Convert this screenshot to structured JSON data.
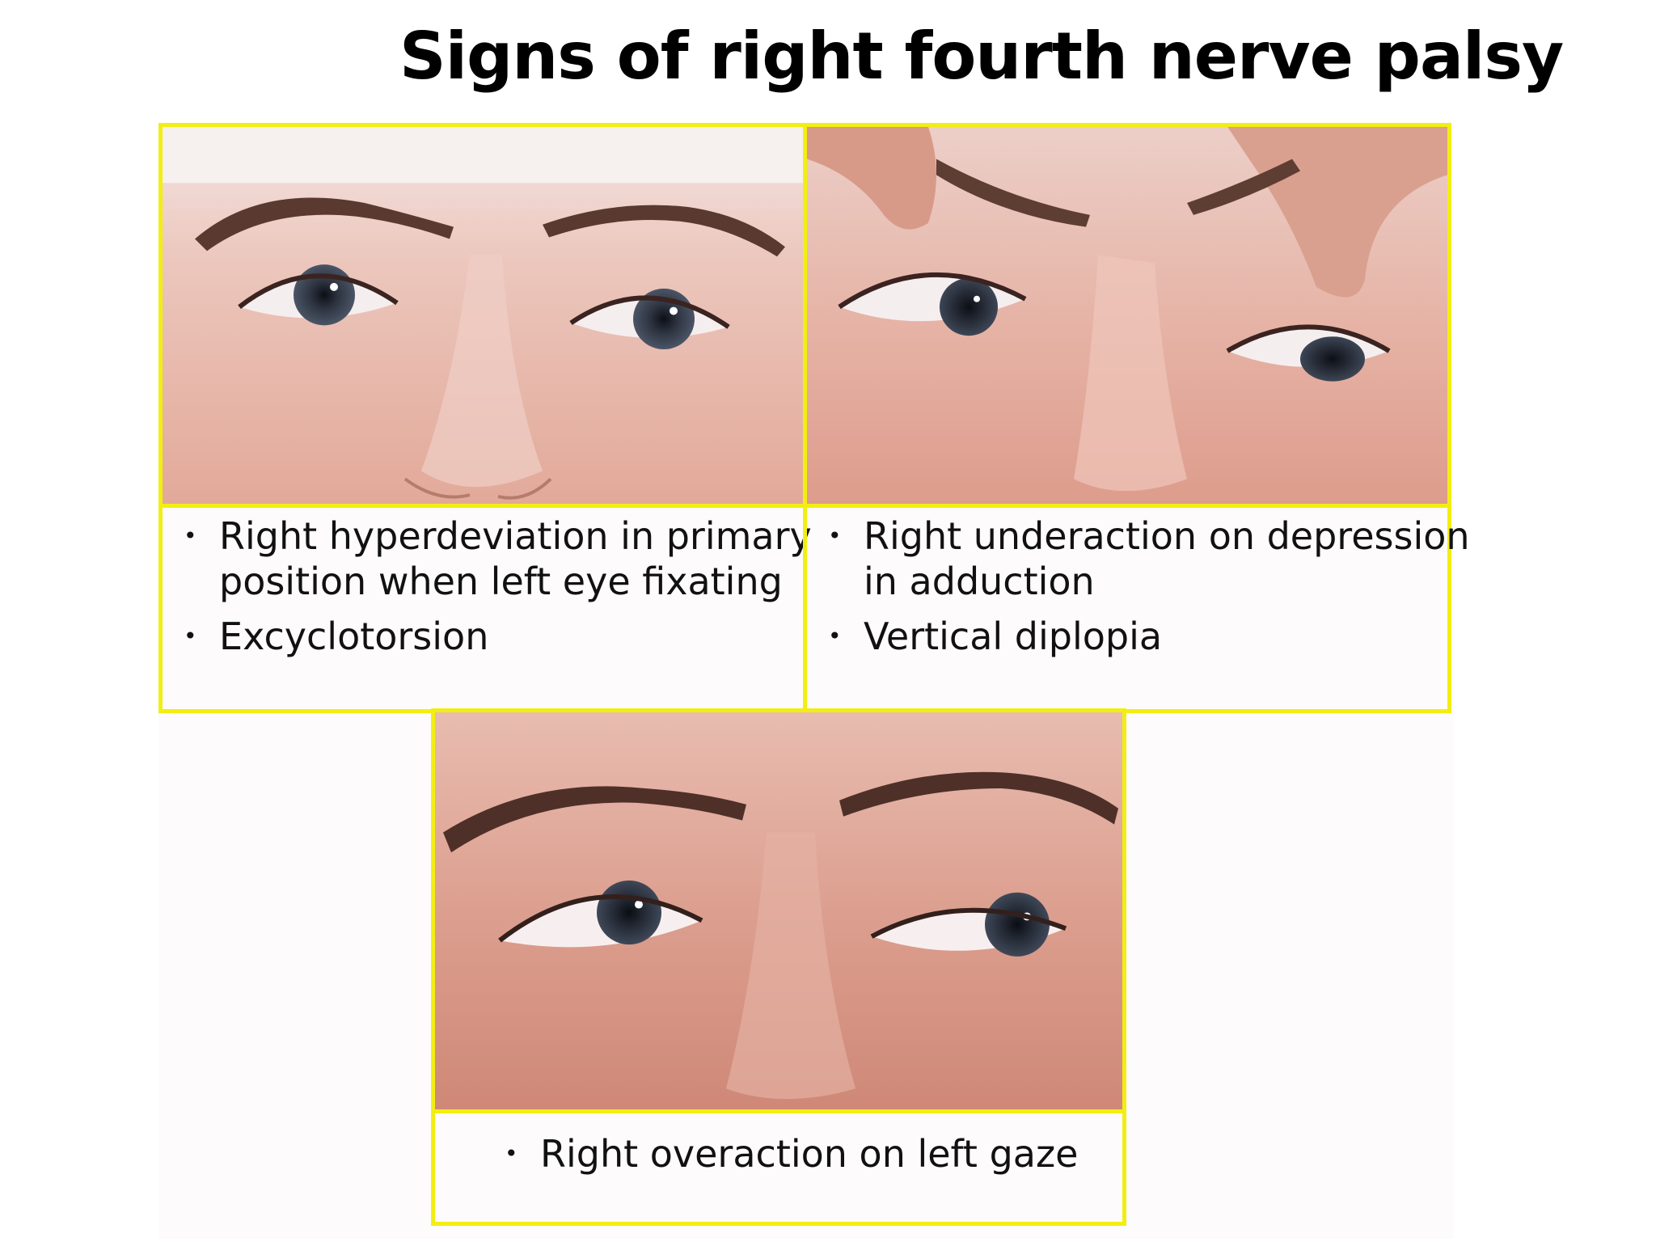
{
  "title": "Signs of right fourth nerve palsy",
  "colors": {
    "frame": "#f2ee12",
    "text": "#111111",
    "skin": "#e7b3a8",
    "brow": "#5a3a30",
    "iris": "#2d3340",
    "background": "#ffffff"
  },
  "panels": [
    {
      "photo_alt": "Face in primary position with right eye higher",
      "bullets": [
        "Right hyperdeviation in primary position when left eye fixating",
        "Excyclotorsion"
      ]
    },
    {
      "photo_alt": "Eyes looking down and to the left with lids held up by fingers",
      "bullets": [
        "Right underaction on depression in adduction",
        "Vertical diplopia"
      ]
    },
    {
      "photo_alt": "Eyes in left gaze",
      "bullets": [
        "Right overaction on left gaze"
      ]
    }
  ],
  "bullet_glyph": "•"
}
